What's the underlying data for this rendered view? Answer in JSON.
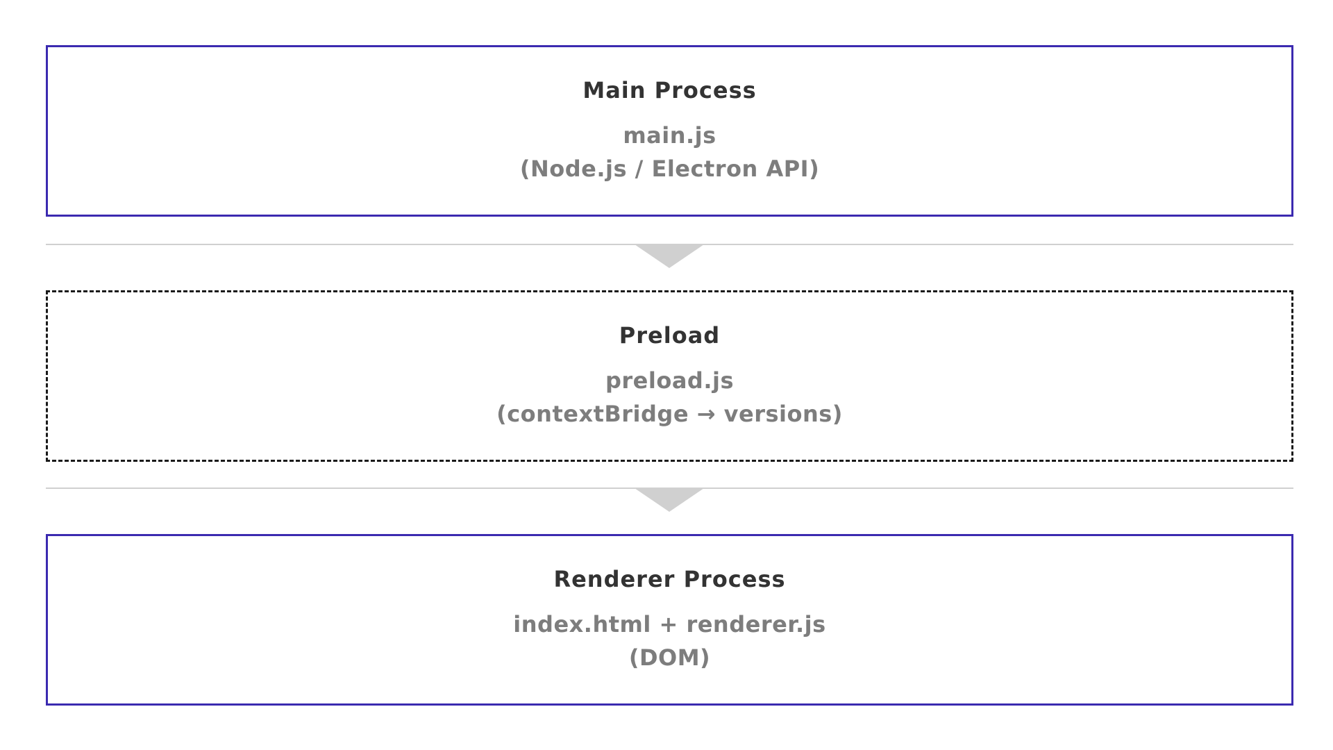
{
  "nodes": [
    {
      "title": "Main Process",
      "file": "main.js",
      "detail": "(Node.js / Electron API)",
      "border_color": "#3b2ab0",
      "border_style": "solid"
    },
    {
      "title": "Preload",
      "file": "preload.js",
      "detail": "(contextBridge → versions)",
      "border_color": "#1a1a1a",
      "border_style": "dashed"
    },
    {
      "title": "Renderer Process",
      "file": "index.html + renderer.js",
      "detail": "(DOM)",
      "border_color": "#3b2ab0",
      "border_style": "solid"
    }
  ],
  "connector_color": "#d0d0d0",
  "connectors": [
    {
      "icon": "down-triangle-arrow-icon"
    },
    {
      "icon": "down-triangle-arrow-icon"
    }
  ]
}
